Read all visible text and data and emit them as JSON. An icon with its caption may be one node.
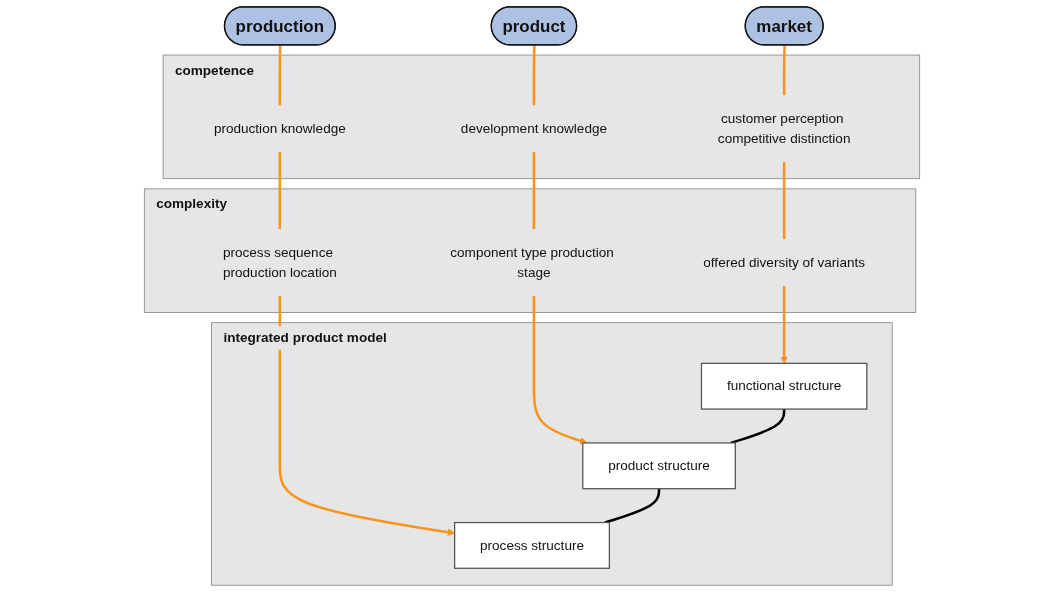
{
  "diagram": {
    "nodes": [
      {
        "text": [
          "market"
        ]
      },
      {
        "text": [
          "product"
        ]
      },
      {
        "text": [
          "production"
        ]
      },
      {
        "text": [
          "competence"
        ]
      },
      {
        "text": [
          "customer perception competitive distinction"
        ],
        "in": 3
      },
      {
        "text": [
          "development knowledge"
        ],
        "in": 3
      },
      {
        "text": [
          "production knowledge"
        ],
        "in": 3
      },
      {
        "text": [
          "complexity"
        ]
      },
      {
        "text": [
          "offered diversity of variants"
        ],
        "in": 7
      },
      {
        "text": [
          "component type production stage"
        ],
        "in": 7
      },
      {
        "text": [
          "process sequence production location"
        ],
        "in": 7
      },
      {
        "text": [
          "integrated product model"
        ]
      },
      {
        "text": [
          "functional structure"
        ],
        "in": 11
      },
      {
        "text": [
          "product structure"
        ],
        "in": 11
      },
      {
        "text": [
          "process structure"
        ],
        "in": 11
      }
    ],
    "edges": [
      {
        "from": 0,
        "to": 4,
        "arrow": "none",
        "color": "#f7941d"
      },
      {
        "from": 4,
        "to": 8,
        "arrow": "none",
        "color": "#f7941d"
      },
      {
        "from": 8,
        "to": 12,
        "arrow": "to",
        "color": "#f7941d"
      },
      {
        "from": 1,
        "to": 5,
        "arrow": "none",
        "color": "#f7941d"
      },
      {
        "from": 5,
        "to": 9,
        "arrow": "none",
        "color": "#f7941d"
      },
      {
        "from": 9,
        "to": 13,
        "arrow": "to",
        "color": "#f7941d"
      },
      {
        "from": 2,
        "to": 6,
        "arrow": "none",
        "color": "#f7941d"
      },
      {
        "from": 6,
        "to": 10,
        "arrow": "none",
        "color": "#f7941d"
      },
      {
        "from": 10,
        "to": 14,
        "arrow": "to",
        "color": "#f7941d"
      },
      {
        "from": 12,
        "to": 13,
        "arrow": "none",
        "color": "#000000"
      },
      {
        "from": 13,
        "to": 14,
        "arrow": "none",
        "color": "#000000"
      }
    ]
  }
}
